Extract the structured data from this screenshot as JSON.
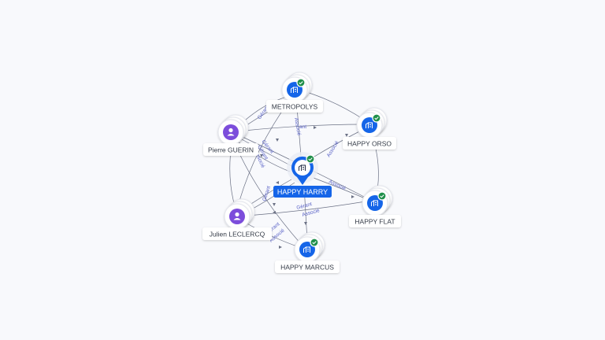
{
  "colors": {
    "background": "#f8f9fc",
    "edge": "#6b7185",
    "edge_label": "#5a63c7",
    "company_icon": "#1565e8",
    "person_icon": "#7c4ddb",
    "check_badge": "#1f8f4a",
    "center_pin": "#1565e8"
  },
  "center": {
    "label": "HAPPY HARRY",
    "icon": "building-icon",
    "badge": "check-icon"
  },
  "companies": [
    {
      "label": "METROPOLYS",
      "icon": "building-icon",
      "badge": "check-icon"
    },
    {
      "label": "HAPPY ORSO",
      "icon": "building-icon",
      "badge": "check-icon"
    },
    {
      "label": "HAPPY FLAT",
      "icon": "building-icon",
      "badge": "check-icon"
    },
    {
      "label": "HAPPY MARCUS",
      "icon": "building-icon",
      "badge": "check-icon"
    }
  ],
  "persons": [
    {
      "label": "Pierre GUERIN",
      "icon": "user-icon"
    },
    {
      "label": "Julien LECLERCQ",
      "icon": "user-icon"
    }
  ],
  "edge_labels": {
    "gerant": "Gérant",
    "associe": "Associé",
    "gerant_partial": "ant"
  }
}
